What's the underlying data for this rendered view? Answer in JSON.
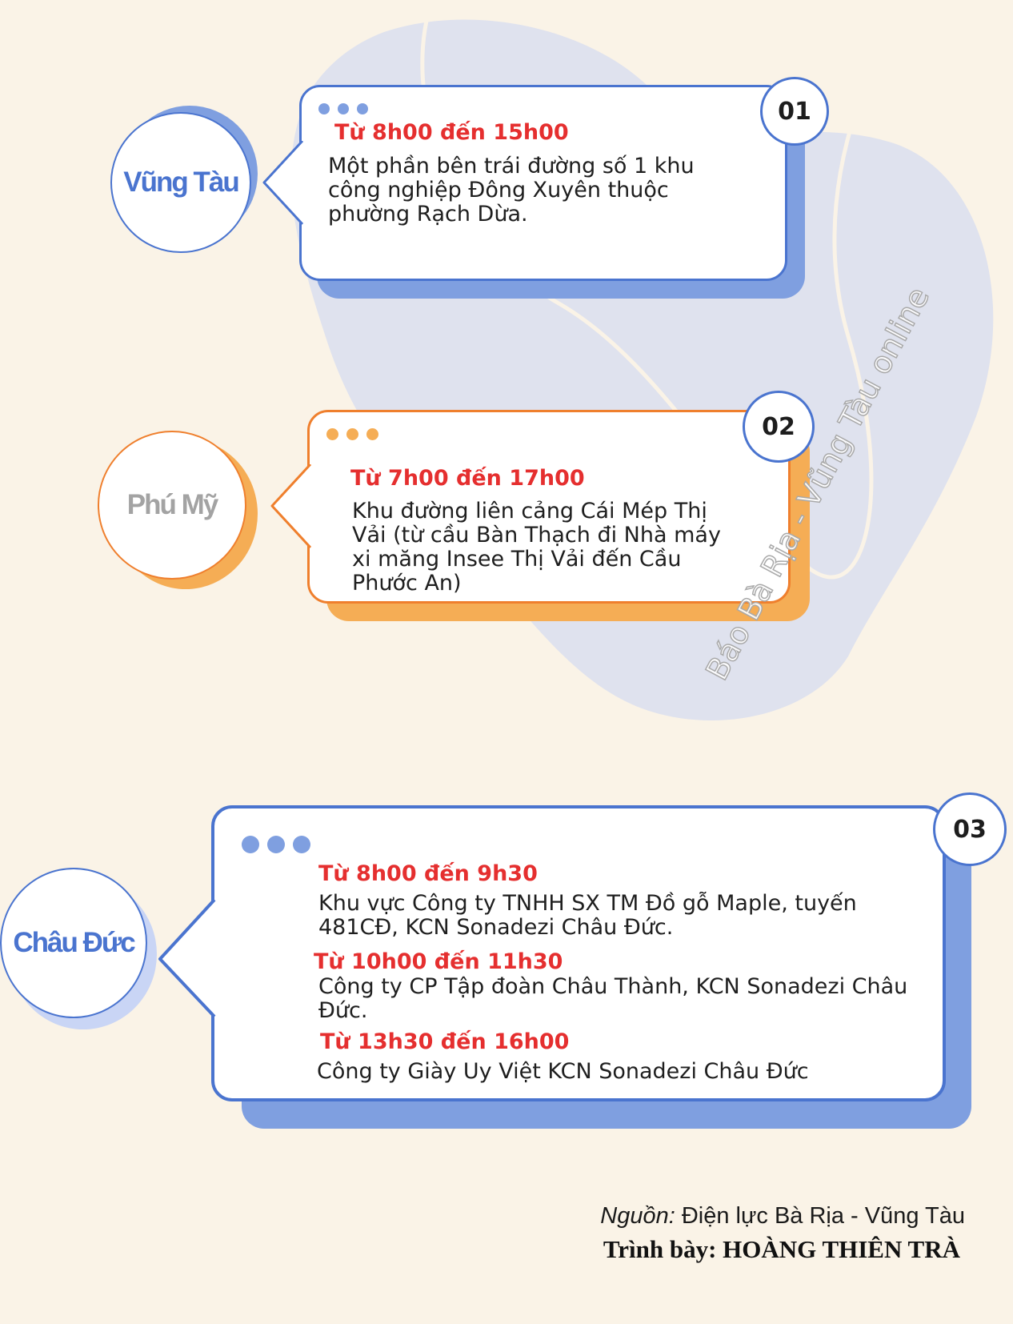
{
  "colors": {
    "background": "#faf3e7",
    "blob": "#dfe2ee",
    "blue": "#4a74cf",
    "blue_shadow": "#7f9fe0",
    "orange": "#ef7f2d",
    "orange_shadow": "#f5ad55",
    "time_red": "#e52f2f"
  },
  "areas": [
    {
      "name": "Vũng Tàu",
      "number": "01",
      "accent": "blue",
      "entries": [
        {
          "time": "Từ 8h00 đến 15h00",
          "text": "Một phần bên trái đường số 1 khu công nghiệp Đông Xuyên thuộc phường Rạch Dừa."
        }
      ]
    },
    {
      "name": "Phú Mỹ",
      "number": "02",
      "accent": "orange",
      "entries": [
        {
          "time": "Từ 7h00 đến 17h00",
          "text": "Khu đường liên cảng Cái Mép Thị Vải (từ cầu Bàn Thạch đi Nhà máy xi măng Insee Thị Vải đến Cầu Phước An)"
        }
      ]
    },
    {
      "name": "Châu Đức",
      "number": "03",
      "accent": "blue",
      "entries": [
        {
          "time": "Từ 8h00 đến 9h30",
          "text": "Khu vực Công ty TNHH SX TM Đồ gỗ Maple, tuyến 481CĐ, KCN Sonadezi Châu Đức."
        },
        {
          "time": "Từ 10h00 đến 11h30",
          "text": "Công ty CP Tập đoàn Châu Thành, KCN Sonadezi Châu Đức."
        },
        {
          "time": "Từ 13h30 đến 16h00",
          "text": "Công ty Giày Uy Việt KCN Sonadezi Châu Đức"
        }
      ]
    }
  ],
  "watermark": "Báo Bà Rịa - Vũng Tàu online",
  "footer": {
    "source_label": "Nguồn:",
    "source_value": "Điện lực Bà Rịa - Vũng Tàu",
    "credit": "Trình bày: HOÀNG THIÊN TRÀ"
  }
}
